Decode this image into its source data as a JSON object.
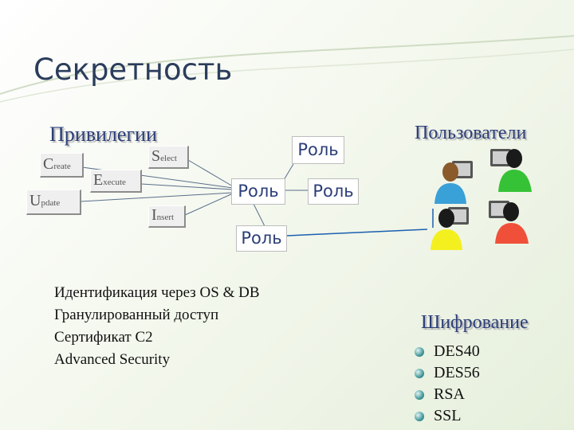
{
  "title": "Секретность",
  "privileges": {
    "heading": "Привилегии",
    "items": [
      {
        "initial": "C",
        "rest": "reate"
      },
      {
        "initial": "S",
        "rest": "elect"
      },
      {
        "initial": "E",
        "rest": "xecute"
      },
      {
        "initial": "U",
        "rest": "pdate"
      },
      {
        "initial": "I",
        "rest": "nsert"
      }
    ]
  },
  "roles": [
    "Роль",
    "Роль",
    "Роль",
    "Роль"
  ],
  "users": {
    "heading": "Пользователи",
    "figures": [
      {
        "name": "user-brown",
        "shirt": "#3aa0d8",
        "hair": "#8a5a2b"
      },
      {
        "name": "user-green",
        "shirt": "#36c236",
        "hair": "#1a1a1a"
      },
      {
        "name": "user-yellow",
        "shirt": "#f4f020",
        "hair": "#1a1a1a"
      },
      {
        "name": "user-red",
        "shirt": "#f0503a",
        "hair": "#1a1a1a"
      }
    ]
  },
  "features": [
    "Идентификация через OS & DB",
    "Гранулированный доступ",
    "Сертификат С2",
    "Advanced Security"
  ],
  "encryption": {
    "heading": "Шифрование",
    "items": [
      "DES40",
      "DES56",
      "RSA",
      "SSL"
    ]
  }
}
